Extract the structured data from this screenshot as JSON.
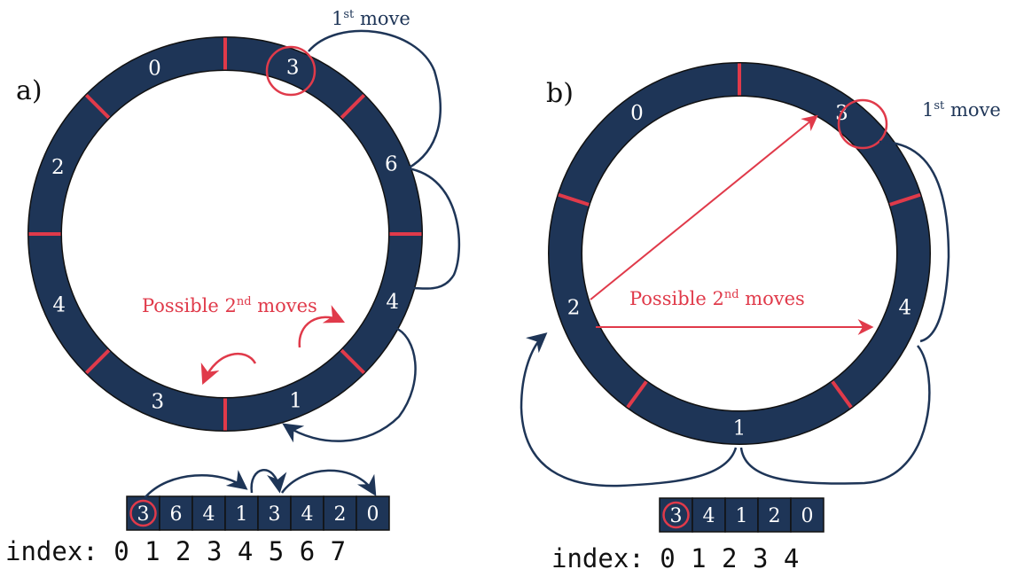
{
  "colors": {
    "navy": "#1e3557",
    "red": "#e03a4a",
    "white": "#ffffff",
    "black": "#111111"
  },
  "panel_a": {
    "label": "a)",
    "ring_numbers": [
      "0",
      "3",
      "6",
      "4",
      "1",
      "3",
      "4",
      "2"
    ],
    "first_move_label": "1",
    "first_move_sup": "st",
    "first_move_rest": " move",
    "second_moves_pre": "Possible 2",
    "second_moves_sup": "nd",
    "second_moves_post": " moves",
    "array_values": [
      "3",
      "6",
      "4",
      "1",
      "3",
      "4",
      "2",
      "0"
    ],
    "index_text": "index: 0 1 2 3 4 5 6 7"
  },
  "panel_b": {
    "label": "b)",
    "ring_numbers": [
      "0",
      "3",
      "4",
      "1",
      "2"
    ],
    "first_move_label": "1",
    "first_move_sup": "st",
    "first_move_rest": " move",
    "second_moves_pre": "Possible 2",
    "second_moves_sup": "nd",
    "second_moves_post": " moves",
    "array_values": [
      "3",
      "4",
      "1",
      "2",
      "0"
    ],
    "index_text": "index: 0 1 2 3 4"
  }
}
